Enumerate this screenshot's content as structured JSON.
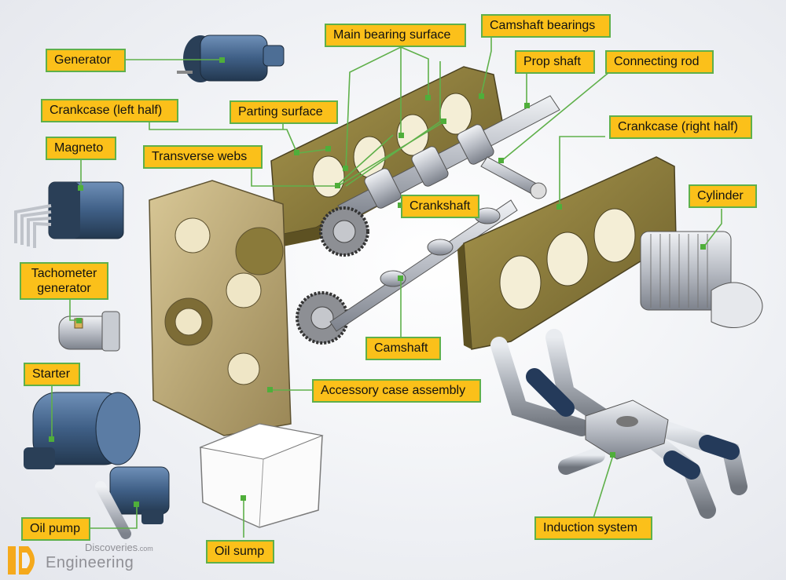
{
  "labels": {
    "generator": "Generator",
    "main_bearing_surface": "Main bearing surface",
    "camshaft_bearings": "Camshaft bearings",
    "prop_shaft": "Prop shaft",
    "connecting_rod": "Connecting rod",
    "crankcase_left": "Crankcase (left half)",
    "parting_surface": "Parting surface",
    "crankcase_right": "Crankcase (right half)",
    "magneto": "Magneto",
    "transverse_webs": "Transverse webs",
    "cylinder": "Cylinder",
    "crankshaft": "Crankshaft",
    "tachometer_generator": "Tachometer generator",
    "camshaft": "Camshaft",
    "starter": "Starter",
    "accessory_case_assembly": "Accessory case assembly",
    "oil_pump": "Oil pump",
    "induction_system": "Induction system",
    "oil_sump": "Oil sump"
  },
  "watermark": {
    "discoveries": "Discoveries",
    "com": ".com",
    "engineering": "Engineering"
  },
  "colors": {
    "label_fill": "#fbc01a",
    "label_border": "#5fb04a",
    "leader_line": "#5fb04a",
    "crankcase": "#8a7a3a",
    "accessory_case": "#b8a572",
    "component_blue": "#3f5f86",
    "steel": "#b8bcc4",
    "background": "#eef0f4"
  }
}
